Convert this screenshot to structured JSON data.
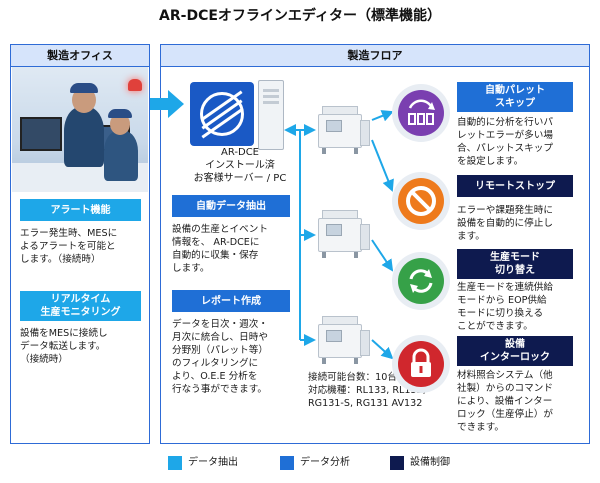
{
  "title": "AR-DCEオフラインエディター（標準機能）",
  "office": {
    "header": "製造オフィス",
    "alert": {
      "label": "アラート機能",
      "desc": [
        "エラー発生時、MESに",
        "よるアラートを可能と",
        "します。（接続時）"
      ]
    },
    "monitoring": {
      "label": [
        "リアルタイム",
        "生産モニタリング"
      ],
      "desc": [
        "設備をMESに接続し",
        "データ転送します。",
        "（接続時）"
      ]
    }
  },
  "floor": {
    "header": "製造フロア",
    "pc": {
      "caption": [
        "AR-DCE",
        "インストール済",
        "お客様サーバー / PC"
      ]
    },
    "auto_extract": {
      "label": "自動データ抽出",
      "desc": [
        "設備の生産とイベント",
        "情報を、 AR-DCEに",
        "自動的に収集・保存",
        "します。"
      ]
    },
    "report": {
      "label": "レポート作成",
      "desc": [
        "データを日次・週次・",
        "月次に統合し、日時や",
        "分野別（パレット等）",
        "のフィルタリングに",
        "より、O.E.E 分析を",
        "行なう事ができます。"
      ]
    },
    "connectable": [
      "接続可能台数：10台まで",
      "対応機種：RL133, RL132,",
      "RG131-S, RG131 AV132"
    ],
    "features": [
      {
        "label": [
          "自動パレット",
          "スキップ"
        ],
        "desc": [
          "自動的に分析を行いパ",
          "レットエラーが多い場",
          "合、パレットスキップ",
          "を設定します。"
        ],
        "icon": "pallet-skip-icon",
        "color": "#7a3fb0"
      },
      {
        "label": [
          "リモートストップ"
        ],
        "desc": [
          "エラーや課題発生時に",
          "設備を自動的に停止し",
          "ます。"
        ],
        "icon": "stop-icon",
        "color": "#ee7a1c"
      },
      {
        "label": [
          "生産モード",
          "切り替え"
        ],
        "desc": [
          "生産モードを連続供給",
          "モードから EOP供給",
          "モードに切り換える",
          "ことができます。"
        ],
        "icon": "refresh-icon",
        "color": "#36a148"
      },
      {
        "label": [
          "設備",
          "インターロック"
        ],
        "desc": [
          "材料照合システム（他",
          "社製）からのコマンド",
          "により、設備インター",
          "ロック（生産停止）が",
          "できます。"
        ],
        "icon": "lock-icon",
        "color": "#d0272d"
      }
    ]
  },
  "legend": [
    {
      "label": "データ抽出",
      "color": "#1ea7e8"
    },
    {
      "label": "データ分析",
      "color": "#1f6fd6"
    },
    {
      "label": "設備制御",
      "color": "#0e1a4f"
    }
  ]
}
